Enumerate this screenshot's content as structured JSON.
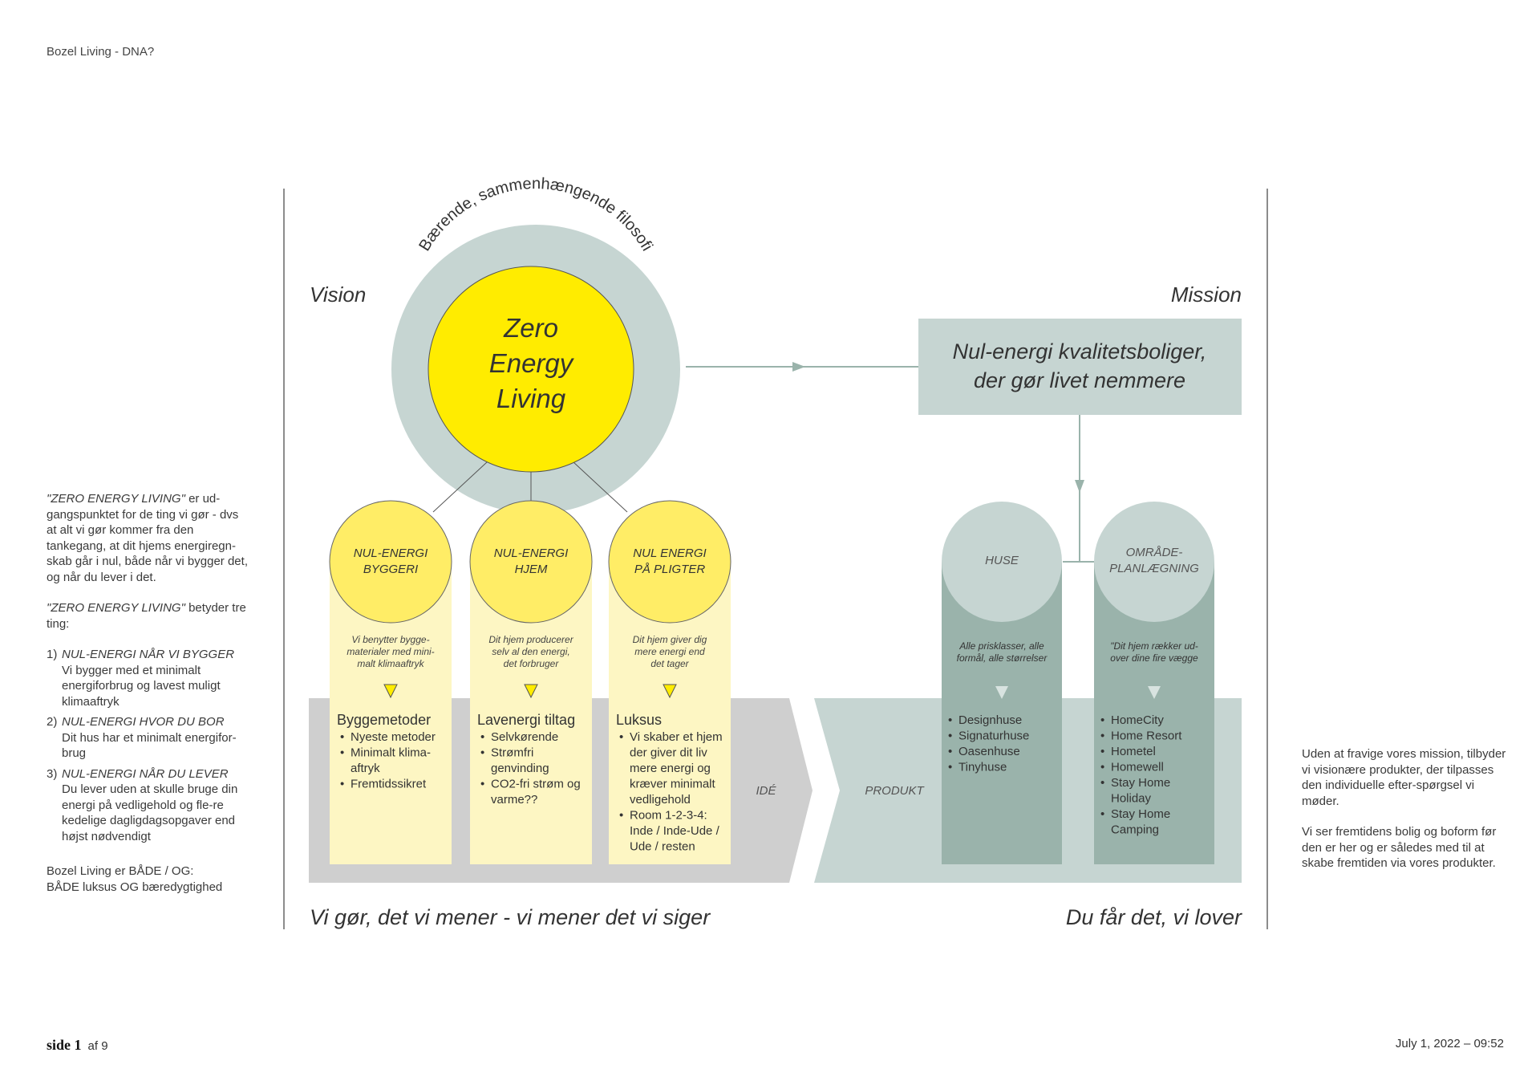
{
  "header": "Bozel Living - DNA?",
  "left_notes": {
    "p1_prefix": "\"ZERO ENERGY LIVING\"",
    "p1_text": " er ud-gangspunktet for de ting vi gør - dvs at alt vi gør kommer fra den tankegang, at dit hjems energiregn-skab går i nul, både når vi bygger det, og når du lever i det.",
    "p2_prefix": "\"ZERO ENERGY LIVING\"",
    "p2_text": " betyder tre ting:",
    "items": [
      {
        "num": "1)",
        "title": "NUL-ENERGI NÅR VI BYGGER",
        "text": "Vi bygger med et minimalt energiforbrug og lavest muligt klimaaftryk"
      },
      {
        "num": "2)",
        "title": "NUL-ENERGI HVOR DU BOR",
        "text": "Dit hus har et minimalt energifor-brug"
      },
      {
        "num": "3)",
        "title": "NUL-ENERGI NÅR DU LEVER",
        "text": "Du lever uden at skulle bruge din energi på vedligehold og fle-re kedelige dagligdagsopgaver end højst nødvendigt"
      }
    ],
    "closing_1": "Bozel Living er BÅDE / OG:",
    "closing_2": "BÅDE luksus OG bæredygtighed"
  },
  "right_notes": {
    "p1": "Uden at fravige vores mission, tilbyder vi visionære produkter, der tilpasses den individuelle efter-spørgsel vi møder.",
    "p2": "Vi ser fremtidens bolig og boform før den er her og er således med til at skabe fremtiden via vores produkter."
  },
  "diagram": {
    "vision_label": "Vision",
    "mission_label": "Mission",
    "ring_text": "Bærende, sammenhængende filosofi",
    "core_lines": [
      "Zero",
      "Energy",
      "Living"
    ],
    "mission_box_lines": [
      "Nul-energi kvalitetsboliger,",
      "der gør livet nemmere"
    ],
    "ide_label": "IDÉ",
    "produkt_label": "PRODUKT",
    "bottom_left": "Vi gør, det vi mener - vi mener det vi siger",
    "bottom_right": "Du får det, vi lover",
    "pillars": [
      {
        "circle": [
          "NUL-ENERGI",
          "BYGGERI"
        ],
        "desc": [
          "Vi benytter bygge-",
          "materialer med mini-",
          "malt klimaaftryk"
        ],
        "title": "Byggemetoder",
        "bullets": [
          [
            "Nyeste metoder"
          ],
          [
            "Minimalt klima-",
            "aftryk"
          ],
          [
            "Fremtidssikret"
          ]
        ]
      },
      {
        "circle": [
          "NUL-ENERGI",
          "HJEM"
        ],
        "desc": [
          "Dit hjem producerer",
          "selv al den energi,",
          "det forbruger"
        ],
        "title": "Lavenergi tiltag",
        "bullets": [
          [
            "Selvkørende"
          ],
          [
            "Strømfri",
            "genvinding"
          ],
          [
            "CO2-fri strøm og",
            "varme??"
          ]
        ]
      },
      {
        "circle": [
          "NUL ENERGI",
          "PÅ PLIGTER"
        ],
        "desc": [
          "Dit hjem giver dig",
          "mere energi end",
          "det tager"
        ],
        "title": "Luksus",
        "bullets": [
          [
            "Vi skaber et hjem",
            "der giver dit liv",
            "mere energi og",
            "kræver minimalt",
            "vedligehold"
          ],
          [
            "Room 1-2-3-4:",
            "Inde / Inde-Ude /",
            "Ude / resten"
          ]
        ]
      }
    ],
    "products": [
      {
        "circle": [
          "HUSE"
        ],
        "desc": [
          "Alle prisklasser, alle",
          "formål, alle størrelser"
        ],
        "bullets": [
          [
            "Designhuse"
          ],
          [
            "Signaturhuse"
          ],
          [
            "Oasenhuse"
          ],
          [
            "Tinyhuse"
          ]
        ]
      },
      {
        "circle": [
          "OMRÅDE-",
          "PLANLÆGNING"
        ],
        "desc": [
          "\"Dit hjem rækker ud-",
          "over dine fire vægge"
        ],
        "bullets": [
          [
            "HomeCity"
          ],
          [
            "Home Resort"
          ],
          [
            "Hometel"
          ],
          [
            "Homewell"
          ],
          [
            "Stay Home",
            "Holiday"
          ],
          [
            "Stay Home",
            "Camping"
          ]
        ]
      }
    ],
    "colors": {
      "yellow": "#ffec00",
      "pale_yellow": "#fdf6c3",
      "ring": "#c6d5d2",
      "sage": "#c6d5d2",
      "dark_sage": "#9ab3ab",
      "gray": "#cfcfcf"
    }
  },
  "footer": {
    "page_word": "side 1",
    "of_text": "af  9",
    "date": "July 1, 2022 – 09:52"
  }
}
